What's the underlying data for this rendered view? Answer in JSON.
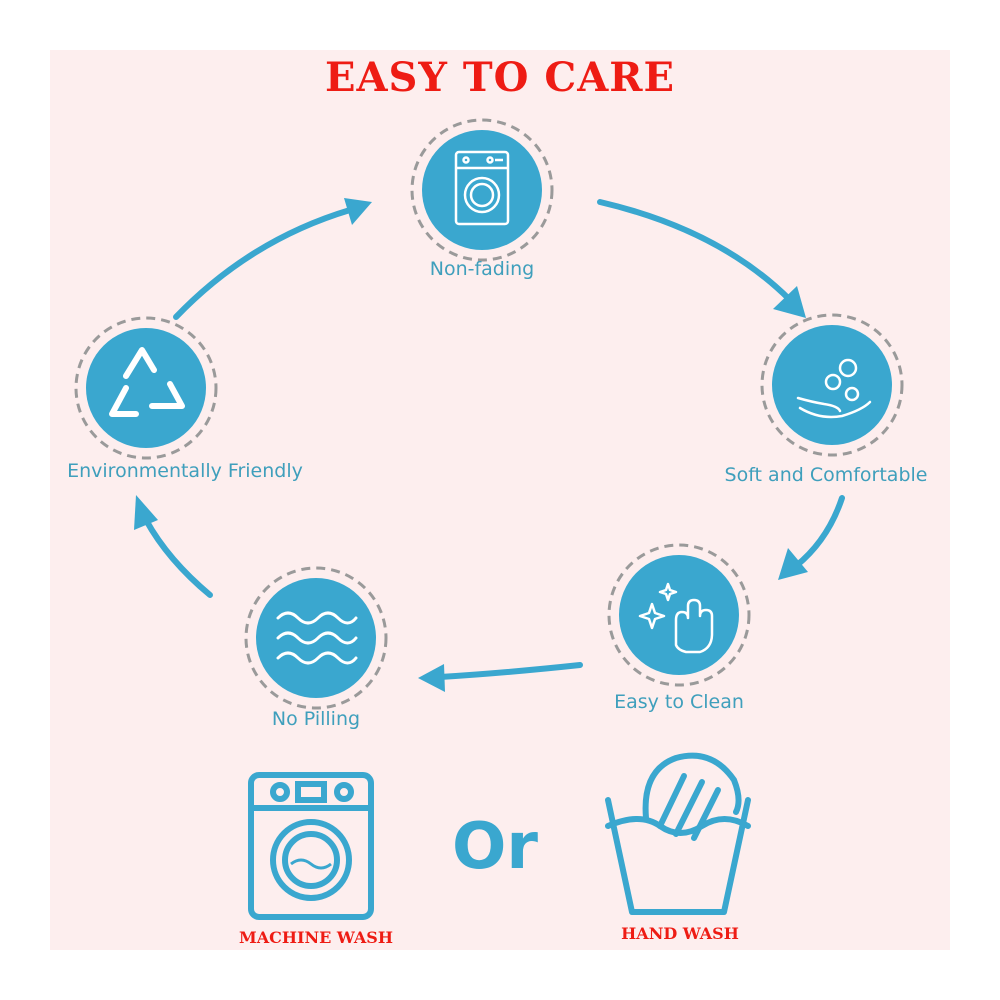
{
  "title": "EASY TO CARE",
  "features": [
    {
      "label": "Non-fading",
      "icon": "washing-machine-icon"
    },
    {
      "label": "Soft and Comfortable",
      "icon": "soft-hand-icon"
    },
    {
      "label": "Easy to Clean",
      "icon": "clean-hand-sparkle-icon"
    },
    {
      "label": "No Pilling",
      "icon": "waves-icon"
    },
    {
      "label": "Environmentally Friendly",
      "icon": "recycle-icon"
    }
  ],
  "wash": {
    "machine_label": "MACHINE WASH",
    "connector": "Or",
    "hand_label": "HAND WASH"
  },
  "colors": {
    "accent": "#3aa7cf",
    "title": "#ee1c14",
    "background": "#fdeeee"
  }
}
